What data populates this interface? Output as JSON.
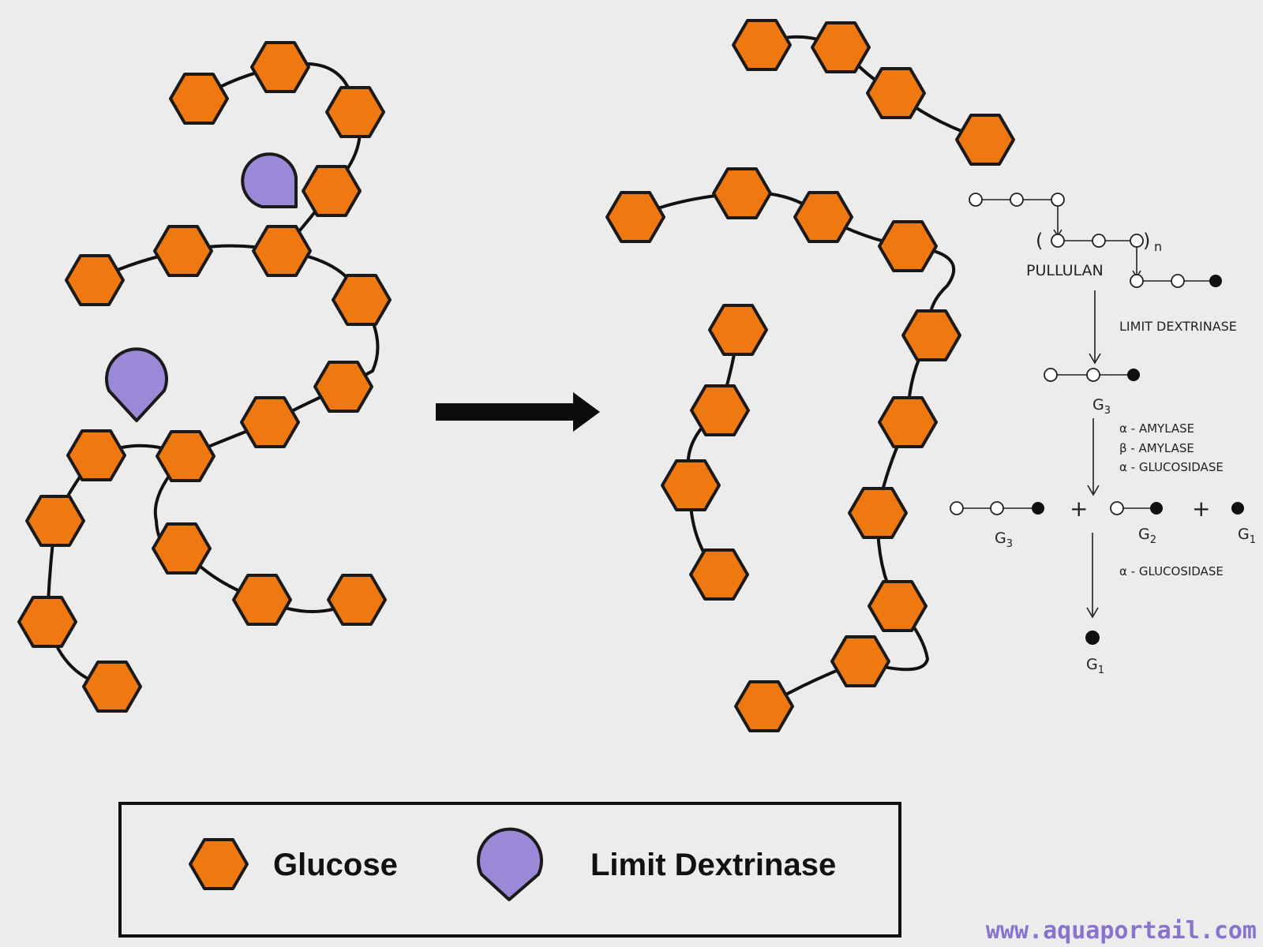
{
  "scheme": {
    "pullulan_label": "PULLULAN",
    "repeat_subscript": "n",
    "open_paren": "(",
    "close_paren": ")",
    "enzyme_1": "LIMIT DEXTRINASE",
    "g3_label": "G",
    "g3_sub": "3",
    "enzymes_2": [
      "α - AMYLASE",
      "β - AMYLASE",
      "α - GLUCOSIDASE"
    ],
    "plus": "+",
    "product_g3_label": "G",
    "product_g3_sub": "3",
    "product_g2_label": "G",
    "product_g2_sub": "2",
    "product_g1_label": "G",
    "product_g1_sub": "1",
    "enzyme_3": "α - GLUCOSIDASE",
    "final_label": "G",
    "final_sub": "1"
  },
  "legend": {
    "glucose_label": "Glucose",
    "enzyme_label": "Limit Dextrinase"
  },
  "watermark": "www.aquaportail.com",
  "colors": {
    "glucose": "#f07810",
    "enzyme": "#9b88d6",
    "background": "#ececec"
  }
}
